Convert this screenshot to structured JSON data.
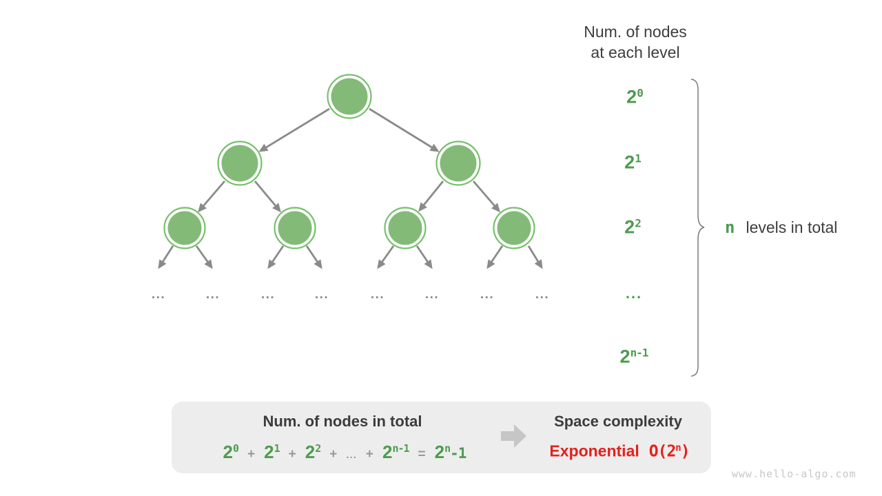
{
  "colors": {
    "node_fill": "#83BA78",
    "node_ring": "#74C169",
    "arrow_gray": "#8A8A8A",
    "green_text": "#4D9C4F",
    "dark_text": "#3C3C3C",
    "gray_symbol": "#999999",
    "red_text": "#E5201B",
    "box_background": "#EDEDED",
    "block_arrow": "#C6C6C6",
    "brace": "#7A7A7A",
    "watermark": "#C8C8C8"
  },
  "header": {
    "title_line1": "Num. of nodes",
    "title_line2": "at each level"
  },
  "level_labels": {
    "l0": {
      "base": "2",
      "sup": "0"
    },
    "l1": {
      "base": "2",
      "sup": "1"
    },
    "l2": {
      "base": "2",
      "sup": "2"
    },
    "dots": "...",
    "l3": {
      "base": "2",
      "sup": "n-1"
    }
  },
  "brace_label": {
    "n": "n",
    "text": "levels in total"
  },
  "tree": {
    "ellipsis": "..."
  },
  "summary_box": {
    "left_title": "Num. of nodes in total",
    "formula": {
      "t0": {
        "base": "2",
        "sup": "0"
      },
      "plus": "+",
      "t1": {
        "base": "2",
        "sup": "1"
      },
      "t2": {
        "base": "2",
        "sup": "2"
      },
      "dots": "...",
      "t3": {
        "base": "2",
        "sup": "n-1"
      },
      "equals": "=",
      "result": {
        "base": "2",
        "sup": "n",
        "tail": "-1"
      }
    },
    "right_title": "Space complexity",
    "complexity_name": "Exponential",
    "big_o": {
      "pre": "O(2",
      "sup": "n",
      "post": ")"
    }
  },
  "watermark": "www.hello-algo.com"
}
